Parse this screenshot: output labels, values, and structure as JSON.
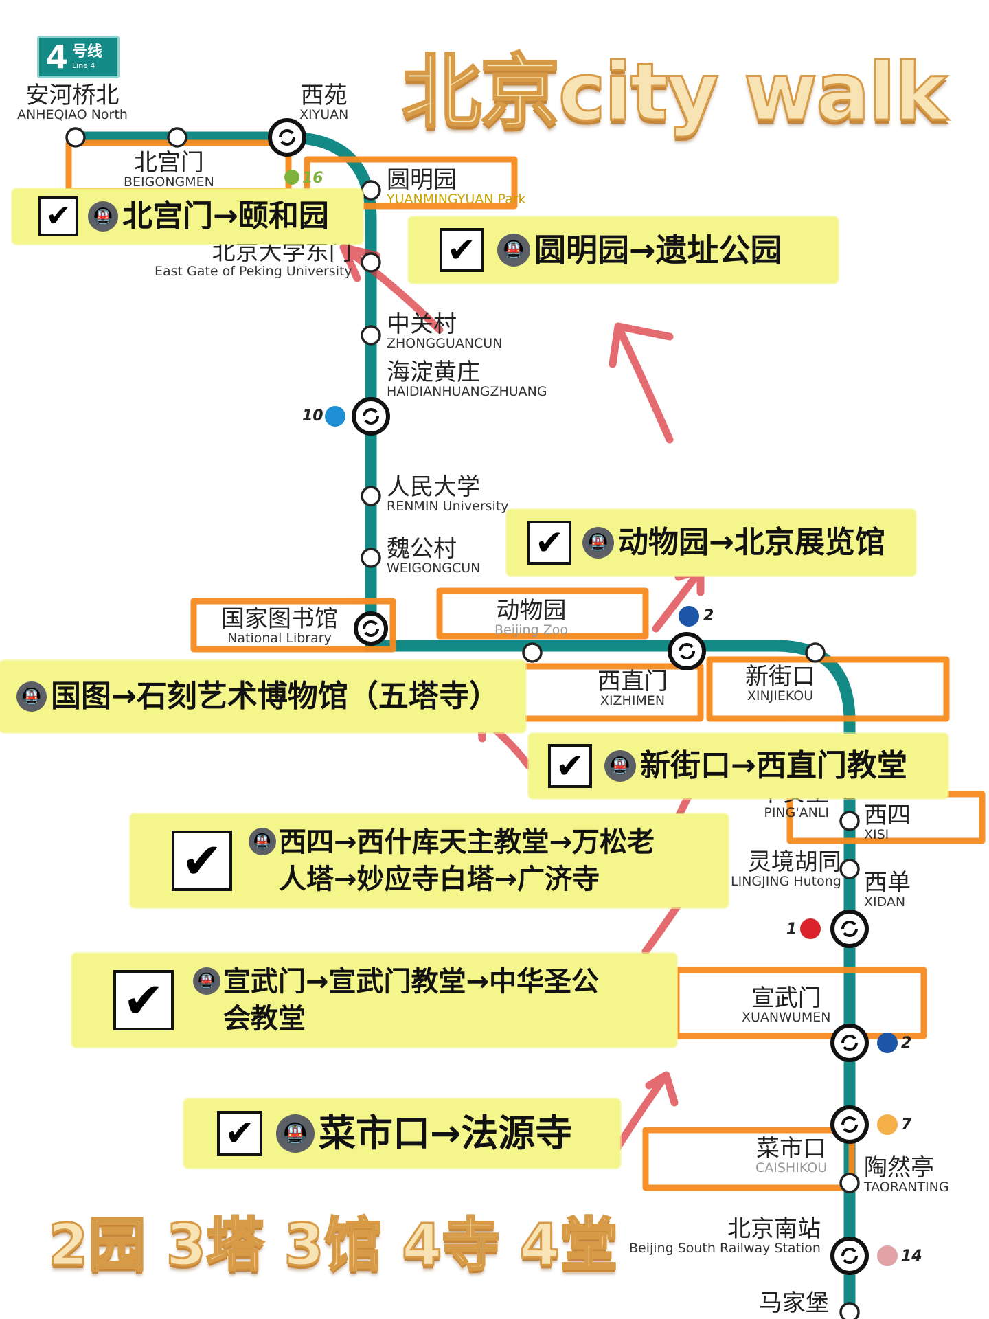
{
  "title": "北京city walk",
  "summary": "2园 3塔 3馆 4寺 4堂",
  "line_badge": {
    "number": "4",
    "cn": "号线",
    "en": "Line 4",
    "color": "#138a86"
  },
  "colors": {
    "line4": "#138a86",
    "highlight": "#f4f58a",
    "route_box": "#f58a1f",
    "arrow": "#d9333a",
    "line10": "#1f8fd6",
    "line2": "#1d56a6",
    "line1": "#d8232a",
    "line7": "#f5b04a",
    "line14": "#e2a3a6",
    "line16": "#7fb23a"
  },
  "stations": [
    {
      "id": "anheqiao",
      "cn": "安河桥北",
      "en": "ANHEQIAO North"
    },
    {
      "id": "xiyuan",
      "cn": "西苑",
      "en": "XIYUAN"
    },
    {
      "id": "beigongmen",
      "cn": "北宫门",
      "en": "BEIGONGMEN"
    },
    {
      "id": "yuanmingyuan",
      "cn": "圆明园",
      "en": "YUANMINGYUAN Park"
    },
    {
      "id": "pku",
      "cn": "北京大学东门",
      "en": "East Gate of Peking University"
    },
    {
      "id": "zhongguancun",
      "cn": "中关村",
      "en": "ZHONGGUANCUN"
    },
    {
      "id": "haidian",
      "cn": "海淀黄庄",
      "en": "HAIDIANHUANGZHUANG"
    },
    {
      "id": "renmin",
      "cn": "人民大学",
      "en": "RENMIN University"
    },
    {
      "id": "weigongcun",
      "cn": "魏公村",
      "en": "WEIGONGCUN"
    },
    {
      "id": "library",
      "cn": "国家图书馆",
      "en": "National Library"
    },
    {
      "id": "zoo",
      "cn": "动物园",
      "en": "Beijing Zoo"
    },
    {
      "id": "xizhimen",
      "cn": "西直门",
      "en": "XIZHIMEN"
    },
    {
      "id": "xinjiekou",
      "cn": "新街口",
      "en": "XINJIEKOU"
    },
    {
      "id": "pinganli",
      "cn": "平安里",
      "en": "PING'ANLI"
    },
    {
      "id": "xisi",
      "cn": "西四",
      "en": "XISI"
    },
    {
      "id": "lingjing",
      "cn": "灵境胡同",
      "en": "LINGJING Hutong"
    },
    {
      "id": "xidan",
      "cn": "西单",
      "en": "XIDAN"
    },
    {
      "id": "xuanwumen",
      "cn": "宣武门",
      "en": "XUANWUMEN"
    },
    {
      "id": "caishikou",
      "cn": "菜市口",
      "en": "CAISHIKOU"
    },
    {
      "id": "taoranting",
      "cn": "陶然亭",
      "en": "TAORANTING"
    },
    {
      "id": "bjsouth",
      "cn": "北京南站",
      "en": "Beijing South Railway Station"
    },
    {
      "id": "majiapu",
      "cn": "马家堡",
      "en": ""
    }
  ],
  "transfers": {
    "l16": "16",
    "l10": "10",
    "l2a": "2",
    "l1": "1",
    "l2b": "2",
    "l7": "7",
    "l14": "14"
  },
  "routes": [
    {
      "id": "beigongmen",
      "checked": true,
      "text": "北宫门→颐和园"
    },
    {
      "id": "yuanmingyuan",
      "checked": true,
      "text": "圆明园→遗址公园"
    },
    {
      "id": "zoo",
      "checked": true,
      "text": "动物园→北京展览馆"
    },
    {
      "id": "library",
      "checked": false,
      "text": "国图→石刻艺术博物馆（五塔寺）"
    },
    {
      "id": "xinjiekou",
      "checked": true,
      "text": "新街口→西直门教堂"
    },
    {
      "id": "xisi",
      "checked": true,
      "text": "西四→西什库天主教堂→万松老\n人塔→妙应寺白塔→广济寺"
    },
    {
      "id": "xuanwumen",
      "checked": true,
      "text": "宣武门→宣武门教堂→中华圣公\n会教堂"
    },
    {
      "id": "caishikou",
      "checked": true,
      "text": "菜市口→法源寺"
    }
  ],
  "icons": {
    "check": "check-icon",
    "train": "train-icon",
    "transfer": "transfer-icon",
    "arrow": "arrow-icon"
  }
}
